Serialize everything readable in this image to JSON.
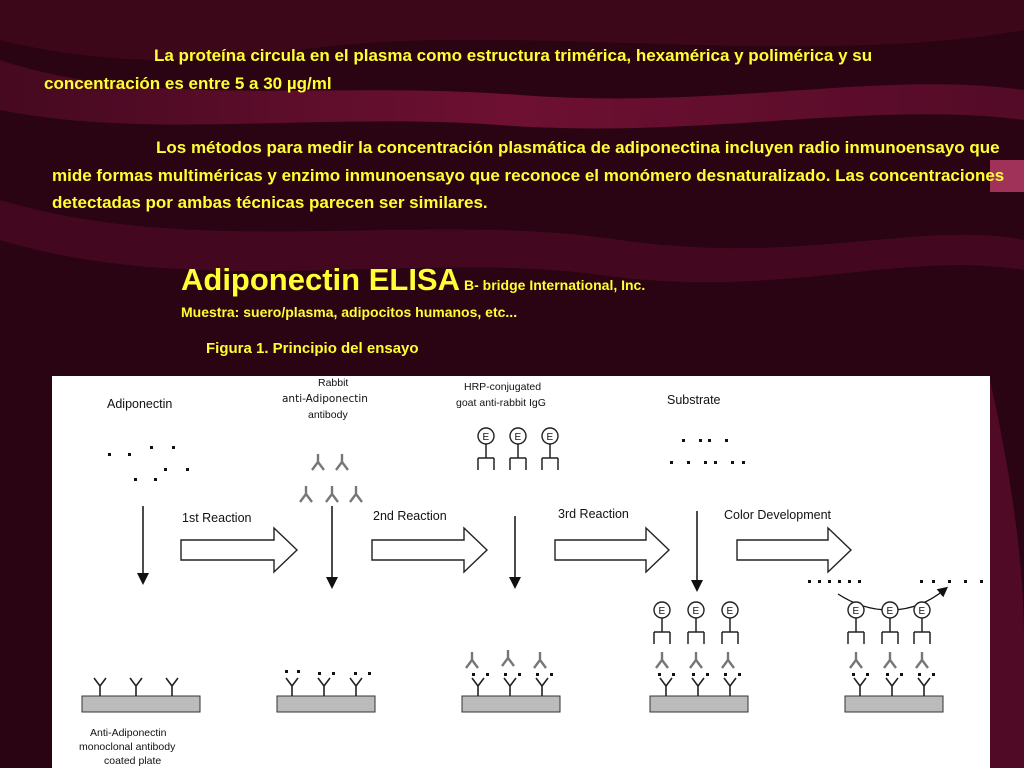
{
  "slide": {
    "paragraph1": "La proteína circula en el plasma como estructura trimérica, hexamérica y polimérica y su  concentración es entre 5 a 30 µg/ml",
    "paragraph2": "Los métodos para medir la concentración plasmática de adiponectina incluyen radio inmunoensayo que mide formas multiméricas y enzimo inmunoensayo que reconoce el monómero desnaturalizado. Las concentraciones detectadas por ambas técnicas parecen ser similares.",
    "title": "Adiponectin ELISA",
    "subtitle": "B- bridge International, Inc.",
    "sample_line": "Muestra: suero/plasma, adipocitos humanos, etc...",
    "figure_caption": "Figura 1. Principio del ensayo",
    "text_color": "#ffff33",
    "background_color": "#2a0412",
    "accent_color": "#8a1240"
  },
  "figure": {
    "labels": {
      "adiponectin": "Adiponectin",
      "rabbit_line1": "Rabbit",
      "rabbit_line2": "anti-Adiponectin",
      "rabbit_line3": "antibody",
      "hrp_line1": "HRP-conjugated",
      "hrp_line2": "goat anti-rabbit IgG",
      "substrate": "Substrate",
      "plate_line1": "Anti-Adiponectin",
      "plate_line2": "monoclonal antibody",
      "plate_line3": "coated plate",
      "enzyme_letter": "E"
    },
    "reactions": [
      "1st Reaction",
      "2nd Reaction",
      "3rd Reaction",
      "Color Development"
    ]
  }
}
